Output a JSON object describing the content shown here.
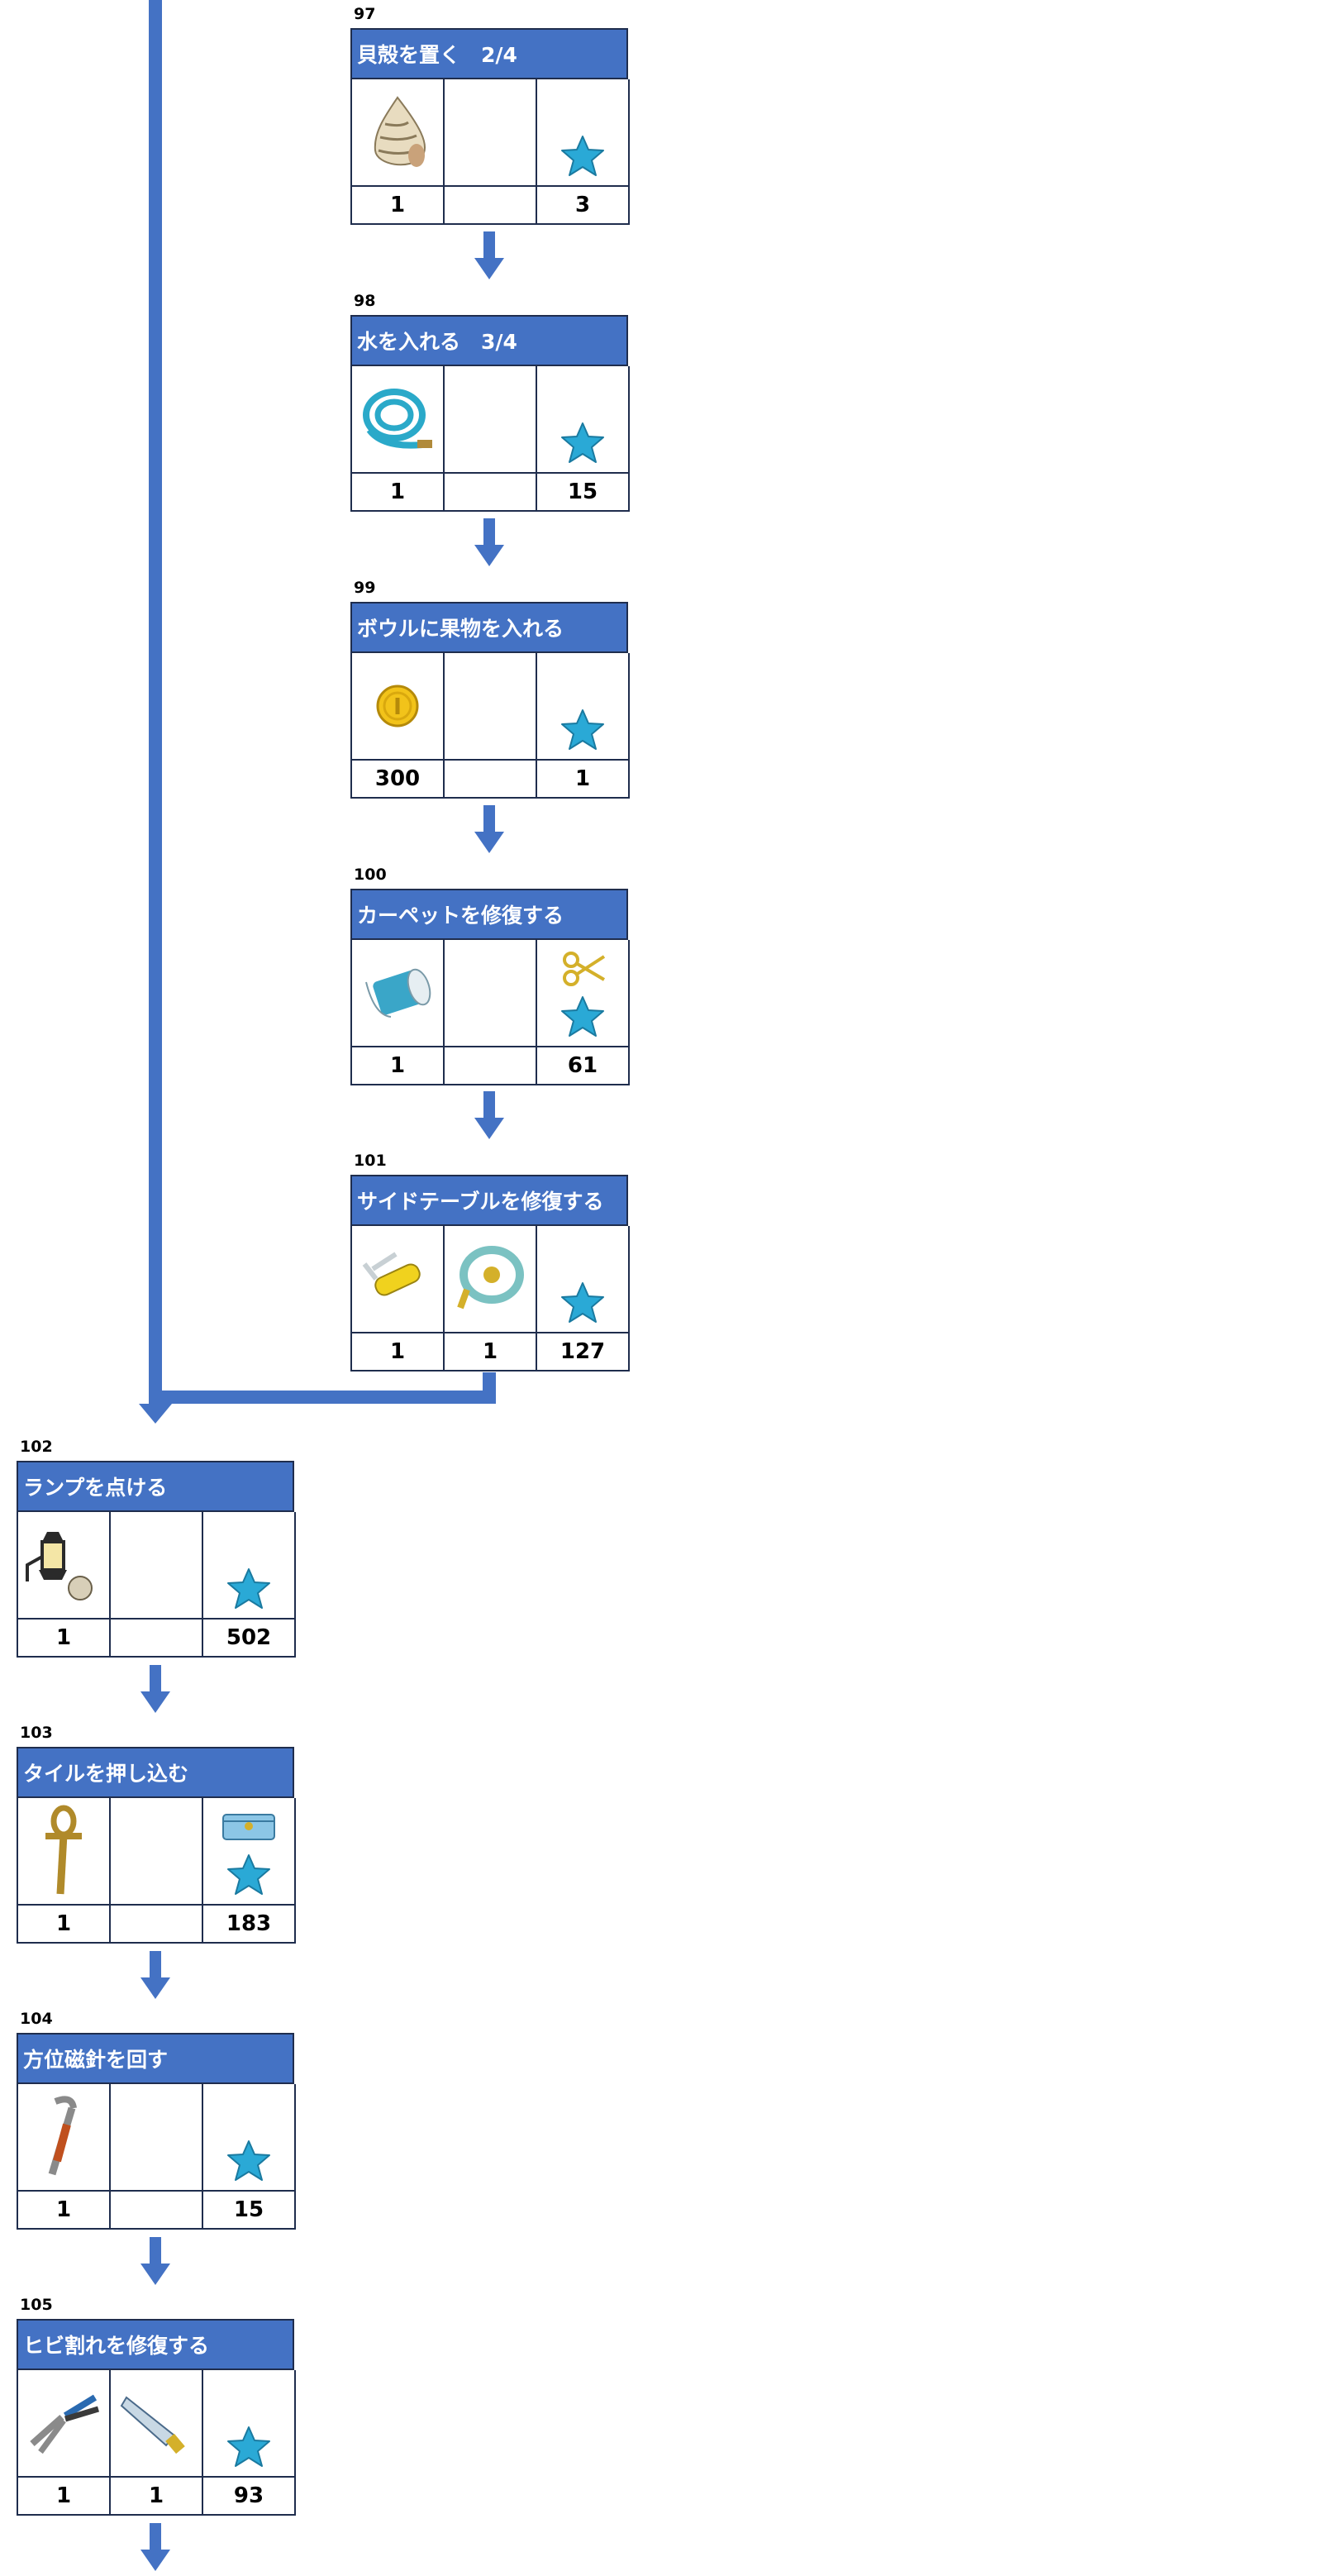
{
  "colors": {
    "accent": "#4472c4",
    "border": "#1f2d4d",
    "star": "#2aa9d6"
  },
  "tasks": [
    {
      "num": "97",
      "title": "貝殻を置く　2/4",
      "item1_icon": "seashell-icon",
      "item2_icon": "",
      "item1_count": "1",
      "item2_count": "",
      "reward_icons": [
        "star-icon"
      ],
      "reward_count": "3"
    },
    {
      "num": "98",
      "title": "水を入れる　3/4",
      "item1_icon": "hose-icon",
      "item2_icon": "",
      "item1_count": "1",
      "item2_count": "",
      "reward_icons": [
        "star-icon"
      ],
      "reward_count": "15"
    },
    {
      "num": "99",
      "title": "ボウルに果物を入れる",
      "item1_icon": "coin-icon",
      "item2_icon": "",
      "item1_count": "300",
      "item2_count": "",
      "reward_icons": [
        "star-icon"
      ],
      "reward_count": "1"
    },
    {
      "num": "100",
      "title": "カーペットを修復する",
      "item1_icon": "thread-spool-icon",
      "item2_icon": "",
      "item1_count": "1",
      "item2_count": "",
      "reward_icons": [
        "scissors-icon",
        "star-icon"
      ],
      "reward_count": "61"
    },
    {
      "num": "101",
      "title": "サイドテーブルを修復する",
      "item1_icon": "pocket-knife-icon",
      "item2_icon": "tape-measure-icon",
      "item1_count": "1",
      "item2_count": "1",
      "reward_icons": [
        "star-icon"
      ],
      "reward_count": "127"
    },
    {
      "num": "102",
      "title": "ランプを点ける",
      "item1_icon": "lantern-icon",
      "item2_icon": "",
      "item1_count": "1",
      "item2_count": "",
      "reward_icons": [
        "star-icon"
      ],
      "reward_count": "502"
    },
    {
      "num": "103",
      "title": "タイルを押し込む",
      "item1_icon": "ankh-icon",
      "item2_icon": "",
      "item1_count": "1",
      "item2_count": "",
      "reward_icons": [
        "chest-icon",
        "star-icon"
      ],
      "reward_count": "183"
    },
    {
      "num": "104",
      "title": "方位磁針を回す",
      "item1_icon": "crowbar-icon",
      "item2_icon": "",
      "item1_count": "1",
      "item2_count": "",
      "reward_icons": [
        "star-icon"
      ],
      "reward_count": "15"
    },
    {
      "num": "105",
      "title": "ヒビ割れを修復する",
      "item1_icon": "pliers-icon",
      "item2_icon": "glue-tube-icon",
      "item1_count": "1",
      "item2_count": "1",
      "reward_icons": [
        "star-icon"
      ],
      "reward_count": "93"
    }
  ]
}
